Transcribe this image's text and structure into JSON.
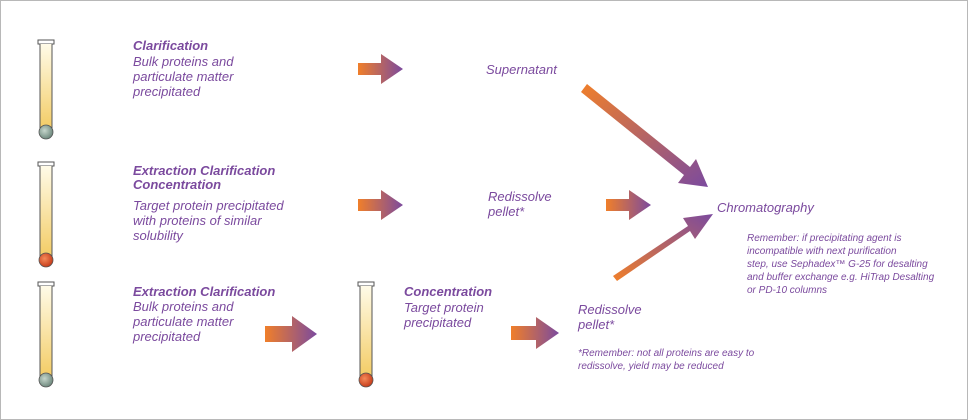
{
  "colors": {
    "text": "#7b4a9e",
    "arrow_start": "#f07f2a",
    "arrow_end": "#7b4a9e",
    "tube_liquid_top": "#fff8d8",
    "tube_liquid_bottom": "#f2c85a",
    "pellet_gray": "#8fa79c",
    "pellet_red": "#e2542a"
  },
  "row1": {
    "heading": "Clarification",
    "body": "Bulk proteins and\nparticulate matter\nprecipitated",
    "result": "Supernatant"
  },
  "row2": {
    "heading": "Extraction Clarification\nConcentration",
    "body": "Target protein precipitated\nwith proteins of similar\nsolubility",
    "result": "Redissolve\npellet*"
  },
  "row3": {
    "heading": "Extraction Clarification",
    "body": "Bulk proteins and\nparticulate matter\nprecipitated",
    "step2_heading": "Concentration",
    "step2_body": "Target protein\nprecipitated",
    "result": "Redissolve\npellet*",
    "footnote": "*Remember: not all proteins are easy to\nredissolve, yield may be reduced"
  },
  "target": {
    "label": "Chromatography",
    "note": "Remember: if precipitating agent is\nincompatible with next purification\nstep, use Sephadex™ G-25 for desalting\nand buffer exchange e.g. HiTrap Desalting\nor PD-10 columns"
  }
}
